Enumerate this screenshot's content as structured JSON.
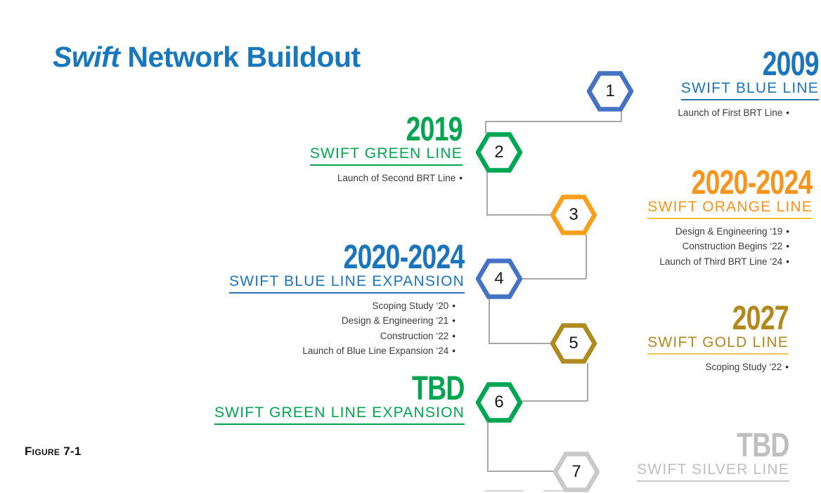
{
  "title": {
    "emphasis": "Swift",
    "rest": " Network Buildout",
    "color": "#1878BE"
  },
  "figure_label": "Figure 7-1",
  "bullet_char": "•",
  "colors": {
    "connector": "#A8A8A8",
    "bullet_text": "#3B3B3B",
    "background": "#FFFFFF"
  },
  "milestones": [
    {
      "num": "1",
      "side": "right",
      "year": "2009",
      "name": "SWIFT BLUE LINE",
      "accent": "#1B75BC",
      "hex_color": "#4472C4",
      "underline": "#2E74B5",
      "items": [
        "Launch of First BRT Line"
      ]
    },
    {
      "num": "2",
      "side": "left",
      "year": "2019",
      "name": "SWIFT GREEN LINE",
      "accent": "#00A64F",
      "hex_color": "#00A651",
      "underline": "#00A64F",
      "items": [
        "Launch of Second BRT Line"
      ]
    },
    {
      "num": "3",
      "side": "right",
      "year": "2020-2024",
      "name": "SWIFT ORANGE LINE",
      "accent": "#F7941D",
      "hex_color": "#F9A01B",
      "underline": "#FFC233",
      "items": [
        "Design & Engineering ‘19",
        "Construction Begins ‘22",
        "Launch of Third BRT Line ‘24"
      ]
    },
    {
      "num": "4",
      "side": "left",
      "year": "2020-2024",
      "name": "SWIFT BLUE LINE EXPANSION",
      "accent": "#1B75BC",
      "hex_color": "#4472C4",
      "underline": "#2E74B5",
      "items": [
        "Scoping Study ‘20",
        "Design & Engineering ‘21",
        "Construction ‘22",
        "Launch of Blue Line Expansion ‘24"
      ]
    },
    {
      "num": "5",
      "side": "right",
      "year": "2027",
      "name": "SWIFT GOLD LINE",
      "accent": "#B3891D",
      "hex_color": "#B08A1E",
      "underline": "#EDC95B",
      "items": [
        "Scoping Study ‘22"
      ]
    },
    {
      "num": "6",
      "side": "left",
      "year": "TBD",
      "name": "SWIFT GREEN LINE EXPANSION",
      "accent": "#00A64F",
      "hex_color": "#00A651",
      "underline": "#00A64F",
      "items": []
    },
    {
      "num": "7",
      "side": "right",
      "year": "TBD",
      "name": "SWIFT SILVER LINE",
      "accent": "#BFBFBF",
      "hex_color": "#C9C9C9",
      "underline": "#C6C6C6",
      "items": []
    }
  ]
}
